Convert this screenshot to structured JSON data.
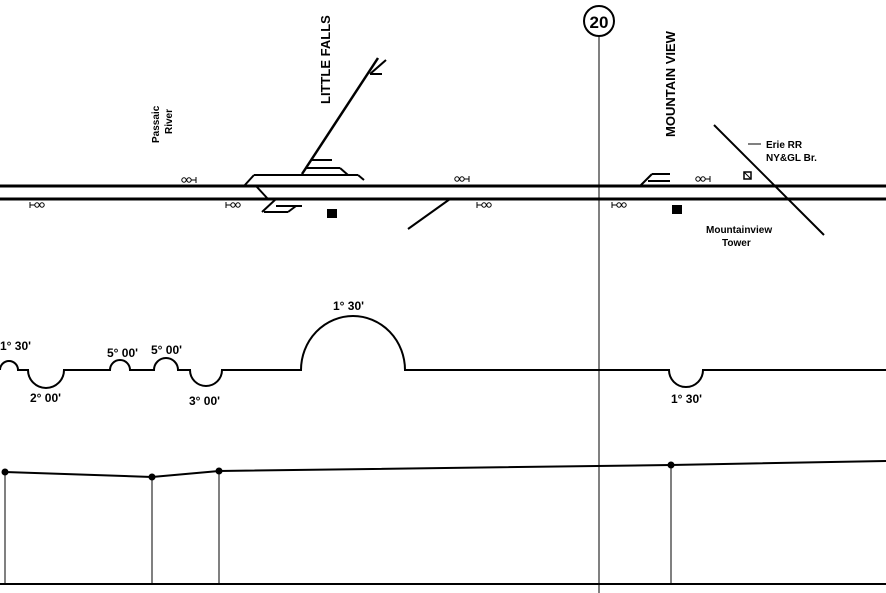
{
  "milepost": {
    "number": "20"
  },
  "stations": {
    "little_falls": "LITTLE FALLS",
    "mountain_view": "MOUNTAIN VIEW"
  },
  "landmarks": {
    "river_line1": "Passaic",
    "river_line2": "River",
    "erie_line1": "Erie RR",
    "erie_line2": "NY&GL Br.",
    "tower_line1": "Mountainview",
    "tower_line2": "Tower"
  },
  "curves": [
    {
      "label": "1° 30'"
    },
    {
      "label": "2° 00'"
    },
    {
      "label": "5° 00'"
    },
    {
      "label": "5° 00'"
    },
    {
      "label": "3° 00'"
    },
    {
      "label": "1° 30'"
    },
    {
      "label": "1° 30'"
    }
  ],
  "colors": {
    "ink": "#000000",
    "background": "#ffffff"
  }
}
